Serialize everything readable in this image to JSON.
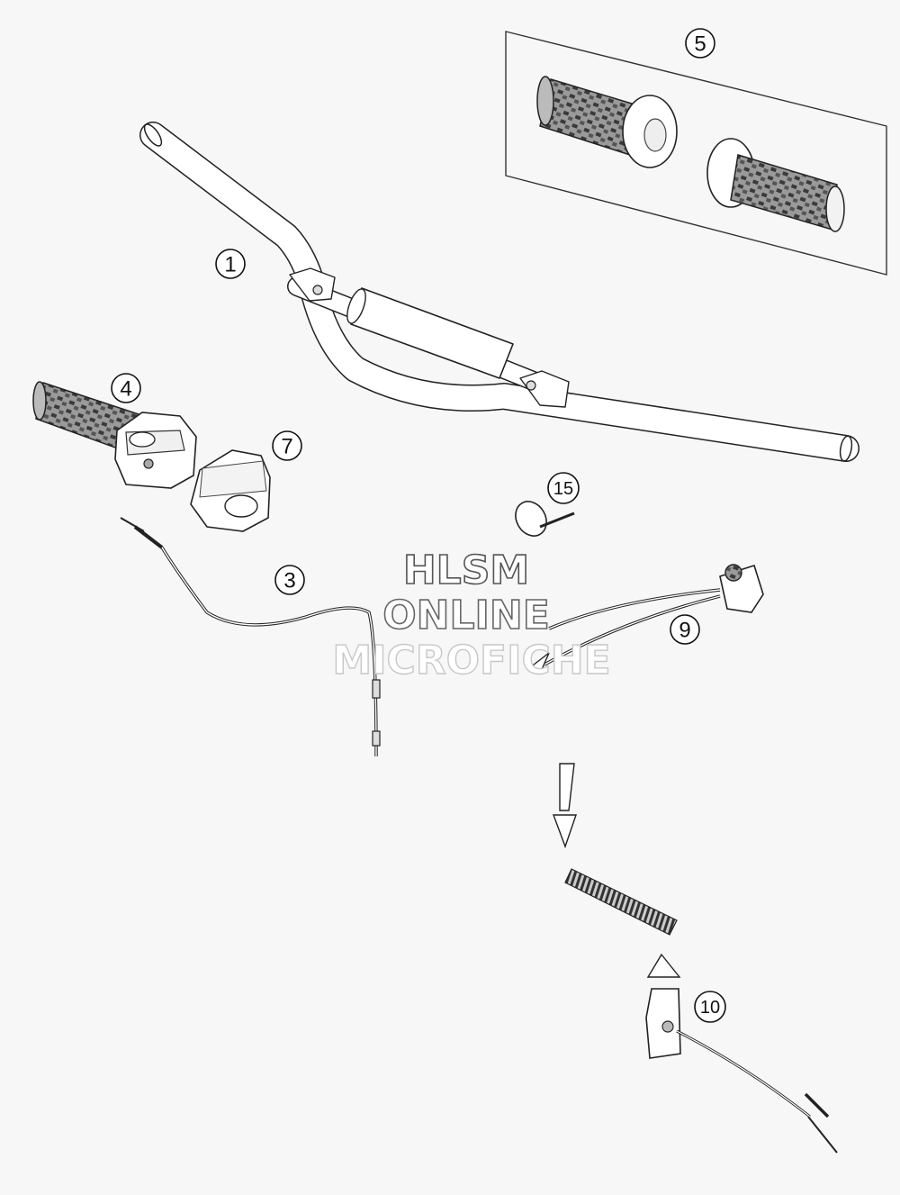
{
  "callouts": [
    {
      "label": "1"
    },
    {
      "label": "3"
    },
    {
      "label": "4"
    },
    {
      "label": "5"
    },
    {
      "label": "7"
    },
    {
      "label": "9"
    },
    {
      "label": "10"
    },
    {
      "label": "15"
    }
  ],
  "watermark": {
    "line1": "HLSM",
    "line2": "ONLINE",
    "line3": "MICROFICHE"
  },
  "colors": {
    "background": "#f7f7f7",
    "linework": "#222222",
    "part_fill": "#ffffff",
    "grip_dark": "#444444"
  }
}
